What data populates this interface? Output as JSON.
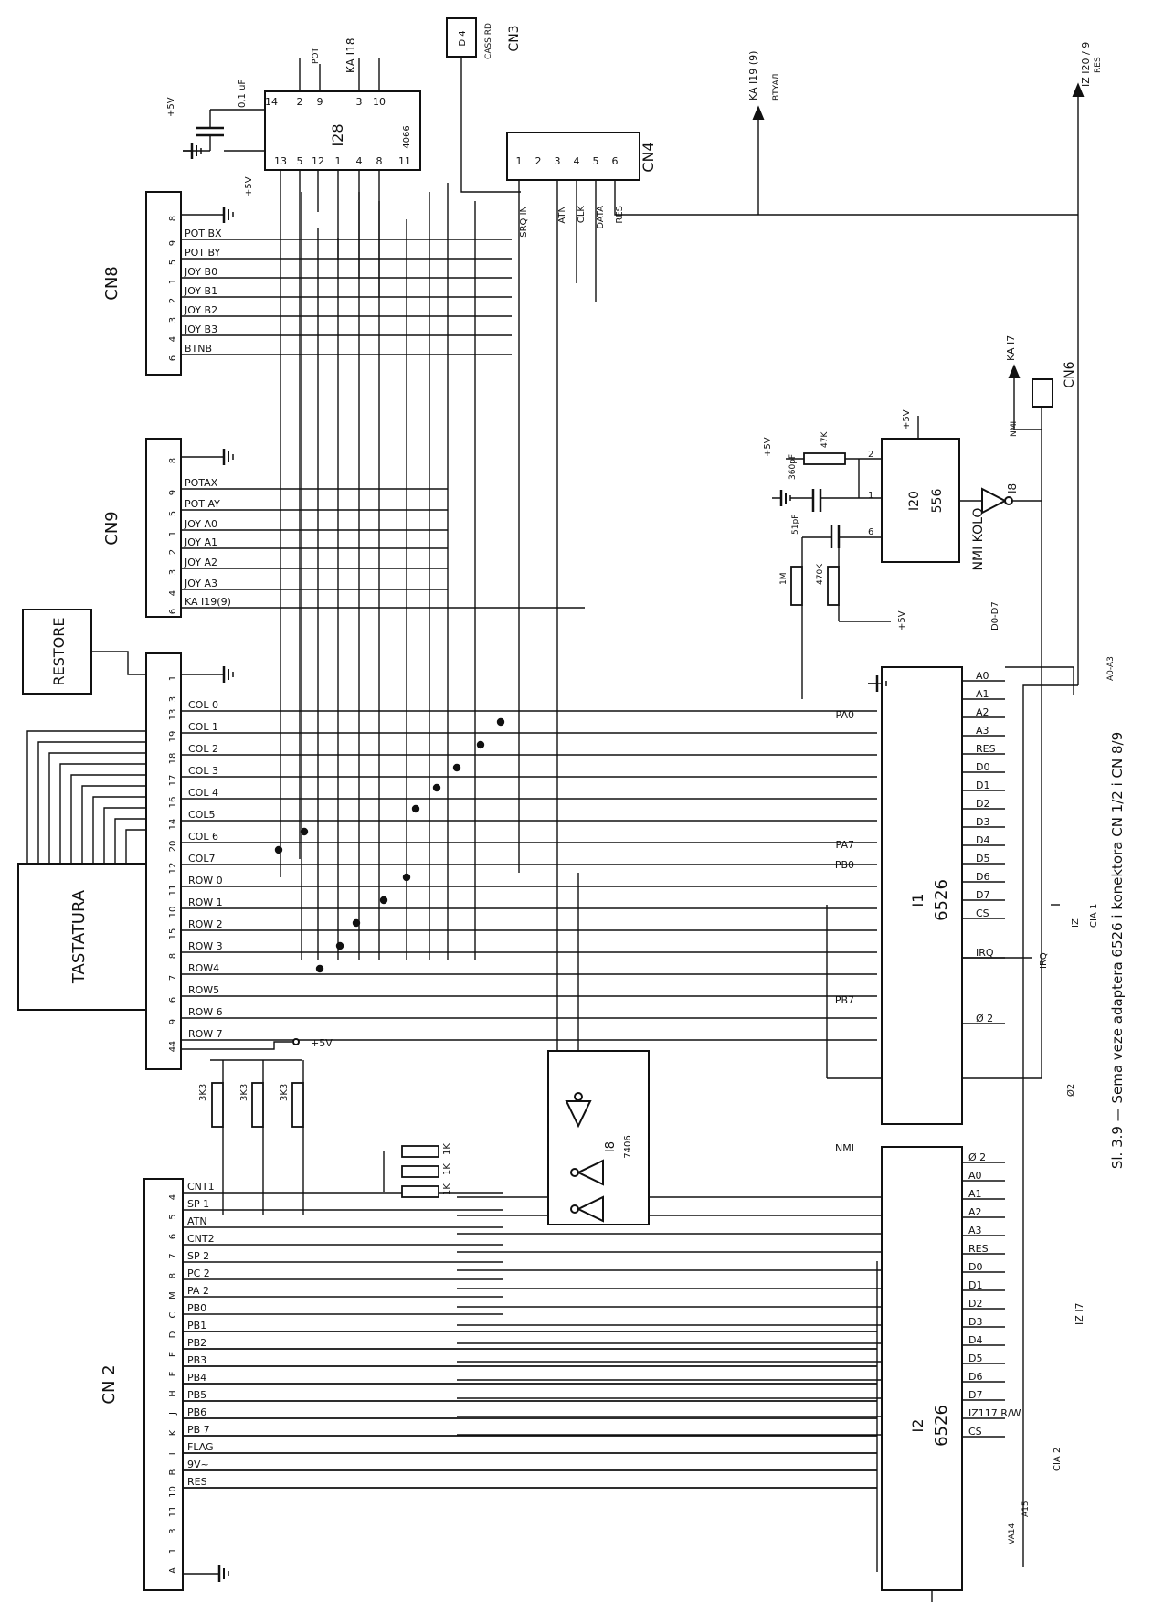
{
  "caption": "Sl. 3.9 — Sema veze adaptera 6526 i konektora CN 1/2 i CN 8/9",
  "boxes": {
    "tastatura": "TASTATURA",
    "restore": "RESTORE",
    "cn2": "CN 2",
    "cn3": "CN3",
    "cn3_sub": "CASS RD",
    "cn3_pin": "D 4",
    "cn4": "CN4",
    "cn6": "CN6",
    "cn8": "CN8",
    "cn9": "CN9",
    "i28": "I28",
    "i28_type": "4066",
    "i20": "I20",
    "i20_type": "556",
    "nmi_kolo": "NMI KOLO",
    "i1": "I1",
    "i1_type": "6526",
    "i2": "I2",
    "i2_type": "6526",
    "i8": "I8",
    "i8_type": "7406"
  },
  "cn8_signals": [
    "POT BX",
    "POT BY",
    "JOY B0",
    "JOY B1",
    "JOY B2",
    "JOY B3",
    "BTNB"
  ],
  "cn8_pins": [
    "8",
    "9",
    "5",
    "1",
    "2",
    "3",
    "4",
    "6"
  ],
  "cn9_signals": [
    "POTAX",
    "POT AY",
    "JOY A0",
    "JOY A1",
    "JOY A2",
    "JOY A3",
    "KA I19(9)"
  ],
  "cn9_pins": [
    "8",
    "9",
    "5",
    "1",
    "2",
    "3",
    "4",
    "6"
  ],
  "cn1_signals": [
    "COL 0",
    "COL 1",
    "COL 2",
    "COL 3",
    "COL 4",
    "COL5",
    "COL 6",
    "COL7",
    "ROW 0",
    "ROW 1",
    "ROW 2",
    "ROW 3",
    "ROW4",
    "ROW5",
    "ROW 6",
    "ROW 7"
  ],
  "cn1_pins": [
    "1",
    "3",
    "13",
    "19",
    "18",
    "17",
    "16",
    "14",
    "20",
    "12",
    "11",
    "10",
    "15",
    "8",
    "7",
    "6",
    "9",
    "4"
  ],
  "cn2_signals": [
    "CNT1",
    "SP 1",
    "ATN",
    "CNT2",
    "SP 2",
    "PC 2",
    "PA 2",
    "PB0",
    "PB1",
    "PB2",
    "PB3",
    "PB4",
    "PB5",
    "PB6",
    "PB 7",
    "FLAG",
    "9V~",
    "RES"
  ],
  "cn2_pins": [
    "4",
    "5",
    "6",
    "7",
    "8",
    "M",
    "C",
    "D",
    "E",
    "F",
    "H",
    "J",
    "K",
    "L",
    "B",
    "10",
    "11",
    "3",
    "1",
    "A"
  ],
  "cn4_pins": [
    "1",
    "2",
    "3",
    "4",
    "5",
    "6"
  ],
  "cn4_signals": [
    "SRQ IN",
    "ATN",
    "CLK",
    "DATA",
    "RES"
  ],
  "i28_pins_top": [
    "14",
    "2",
    "9",
    "3",
    "10"
  ],
  "i28_pins_bottom": [
    "13",
    "5",
    "12",
    "1",
    "4",
    "8",
    "11"
  ],
  "i1_right": [
    "A0",
    "A1",
    "A2",
    "A3",
    "RES",
    "D0",
    "D1",
    "D2",
    "D3",
    "D4",
    "D5",
    "D6",
    "D7",
    "CS",
    "IRQ",
    "Ø 2"
  ],
  "i1_left": [
    "PA0",
    "PA7",
    "PB0",
    "PB7"
  ],
  "i2_right": [
    "Ø 2",
    "A0",
    "A1",
    "A2",
    "A3",
    "RES",
    "D0",
    "D1",
    "D2",
    "D3",
    "D4",
    "D5",
    "D6",
    "D7",
    "IZ117 R/W",
    "CS"
  ],
  "i2_left": [
    "NMI"
  ],
  "resistors": [
    "3K3",
    "3K3",
    "3K3",
    "1K",
    "1K",
    "1K",
    "47K",
    "1M",
    "470K"
  ],
  "capacitors": [
    "0,1 uF",
    "360pF",
    "51pF",
    "0,1uF"
  ],
  "supply": "+5V",
  "ext_labels": [
    "KA I19 (9)",
    "BTYAЛ",
    "IZ I20 / 9",
    "RES",
    "NMI",
    "KA I7",
    "D0-D7",
    "A0-A3",
    "IZ",
    "CIA 1",
    "IRQ",
    "Ø2",
    "IZ I7",
    "CIA 2",
    "VA14",
    "A15"
  ],
  "pot_label": "POT",
  "ka_label": "KA I18"
}
